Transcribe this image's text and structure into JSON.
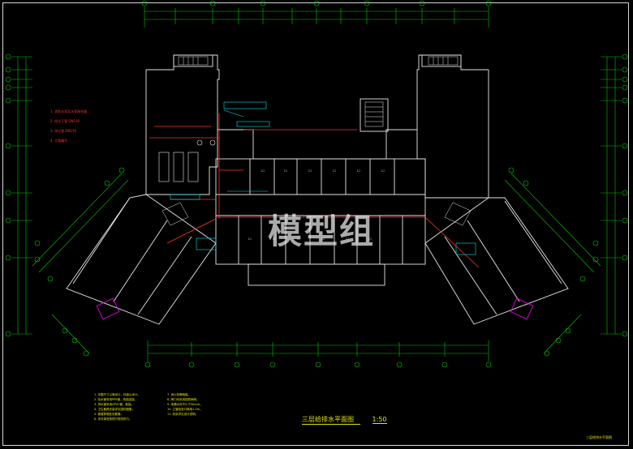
{
  "drawing": {
    "title": "三层给排水平面图",
    "scale": "1:50",
    "watermark": "模型组",
    "stamp": "三层给排水平面图"
  },
  "legend_red": [
    "1. 消防水泵及水泵接合器",
    "2. 给水干管 DN100",
    "3. 排水管 DN150",
    "4. 立管编号"
  ],
  "notes_yellow": [
    "1. 本图尺寸以毫米计，标高以米计。",
    "2. 给水管采用PPR管，热熔连接。",
    "3. 排水管采用UPVC管，粘接。",
    "4. 卫生器具安装详见国标图集。",
    "5. 管道穿墙处设套管。",
    "6. 未尽事宜按现行规范执行。"
  ],
  "notes_yellow_right": [
    "7. 消火栓箱暗装。",
    "8. 阀门均采用铜质闸阀。",
    "9. 地漏水封不小于50mm。",
    "10. 立管检查口离地1.0m。",
    "11. 其余详见设计说明。"
  ],
  "colors": {
    "grid": "#00c800",
    "wall": "#e6e6e6",
    "pipe": "#ff3030",
    "text_cyan": "#00e6e6",
    "text_yellow": "#e6e600",
    "magenta": "#ff00ff"
  }
}
